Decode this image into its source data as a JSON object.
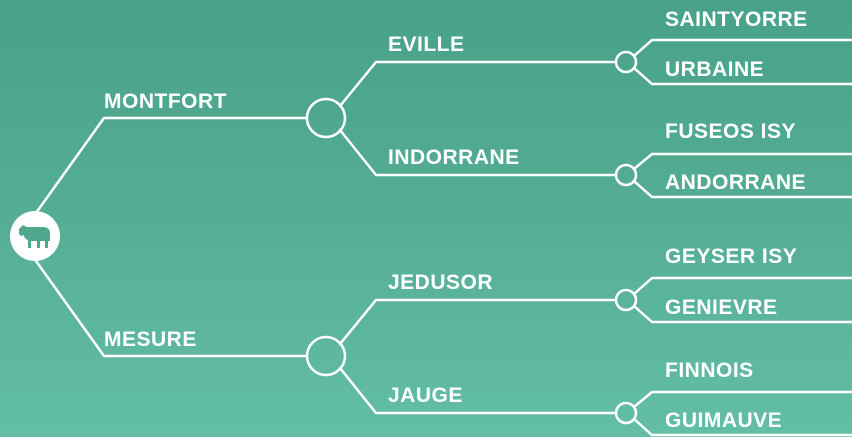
{
  "colors": {
    "background_top": "#48a288",
    "background_bottom": "#63bea6",
    "line": "#ffffff",
    "text": "#ffffff"
  },
  "root": {
    "icon": "bull-icon"
  },
  "tree": {
    "level1": [
      {
        "label": "MONTFORT",
        "children": [
          {
            "label": "EVILLE",
            "children": [
              "SAINTYORRE",
              "URBAINE"
            ]
          },
          {
            "label": "INDORRANE",
            "children": [
              "FUSEOS ISY",
              "ANDORRANE"
            ]
          }
        ]
      },
      {
        "label": "MESURE",
        "children": [
          {
            "label": "JEDUSOR",
            "children": [
              "GEYSER ISY",
              "GENIEVRE"
            ]
          },
          {
            "label": "JAUGE",
            "children": [
              "FINNOIS",
              "GUIMAUVE"
            ]
          }
        ]
      }
    ]
  }
}
